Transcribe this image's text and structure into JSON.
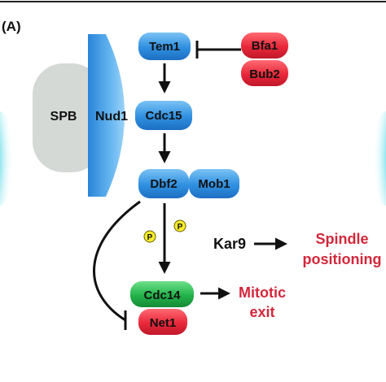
{
  "panel_label": "(A)",
  "nodes": {
    "spb": "SPB",
    "nud1": "Nud1",
    "tem1": "Tem1",
    "bfa1": "Bfa1",
    "bub2": "Bub2",
    "cdc15": "Cdc15",
    "dbf2": "Dbf2",
    "mob1": "Mob1",
    "cdc14": "Cdc14",
    "net1": "Net1",
    "kar9": "Kar9"
  },
  "phospho_label": "P",
  "outputs": {
    "spindle_line1": "Spindle",
    "spindle_line2": "positioning",
    "mitotic_line1": "Mitotic",
    "mitotic_line2": "exit"
  },
  "colors": {
    "blue": "#2f8fe0",
    "red": "#e8283a",
    "green": "#22b24a",
    "gray": "#d4d9d6",
    "cyan_glow": "#17c7d8",
    "phospho_fill": "#f7ec2a",
    "output_text": "#d3273a"
  }
}
